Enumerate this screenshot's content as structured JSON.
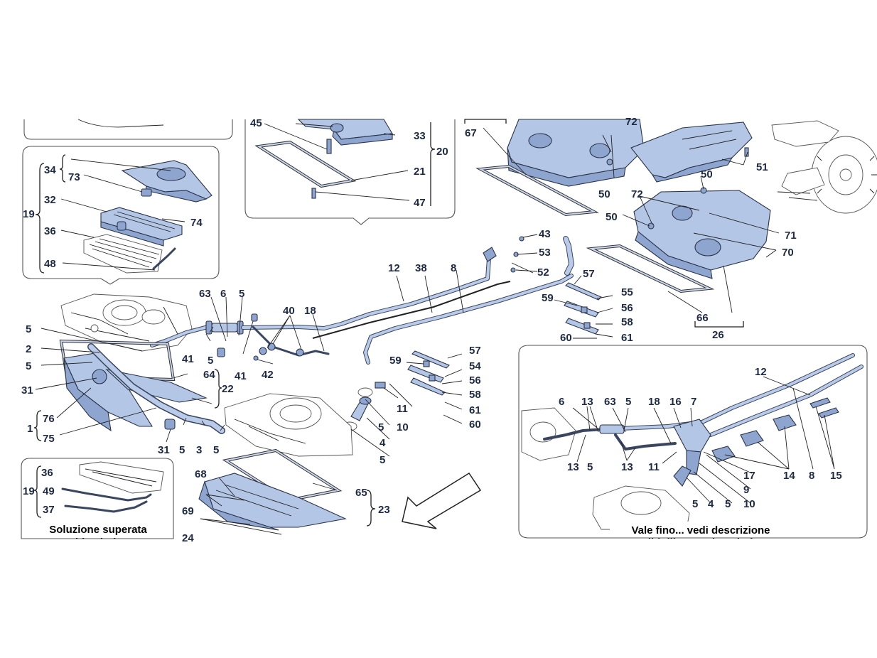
{
  "labels": {
    "n1": "1",
    "n2": "2",
    "n3": "3",
    "n4": "4",
    "n5": "5",
    "n6": "6",
    "n7": "7",
    "n8": "8",
    "n9": "9",
    "n10": "10",
    "n11": "11",
    "n12": "12",
    "n13": "13",
    "n14": "14",
    "n15": "15",
    "n16": "16",
    "n17": "17",
    "n18": "18",
    "n19": "19",
    "n20": "20",
    "n21": "21",
    "n22": "22",
    "n23": "23",
    "n24": "24",
    "n26": "26",
    "n31": "31",
    "n32": "32",
    "n33": "33",
    "n34": "34",
    "n36": "36",
    "n37": "37",
    "n38": "38",
    "n40": "40",
    "n41": "41",
    "n42": "42",
    "n43": "43",
    "n45": "45",
    "n47": "47",
    "n48": "48",
    "n49": "49",
    "n50": "50",
    "n51": "51",
    "n52": "52",
    "n53": "53",
    "n54": "54",
    "n55": "55",
    "n56": "56",
    "n57": "57",
    "n58": "58",
    "n59": "59",
    "n60": "60",
    "n61": "61",
    "n63": "63",
    "n64": "64",
    "n65": "65",
    "n66": "66",
    "n67": "67",
    "n68": "68",
    "n69": "69",
    "n70": "70",
    "n71": "71",
    "n72": "72",
    "n73": "73",
    "n74": "74",
    "n75": "75",
    "n76": "76"
  },
  "captions": {
    "superseded_title": "Soluzione superata",
    "superseded_sub": "Old solution",
    "valid_title": "Vale fino... vedi descrizione",
    "valid_sub": "Valid till... see description"
  },
  "colors": {
    "part_fill": "#b3c6e6",
    "part_stroke": "#2a3348",
    "label_text": "#1e2a44"
  }
}
